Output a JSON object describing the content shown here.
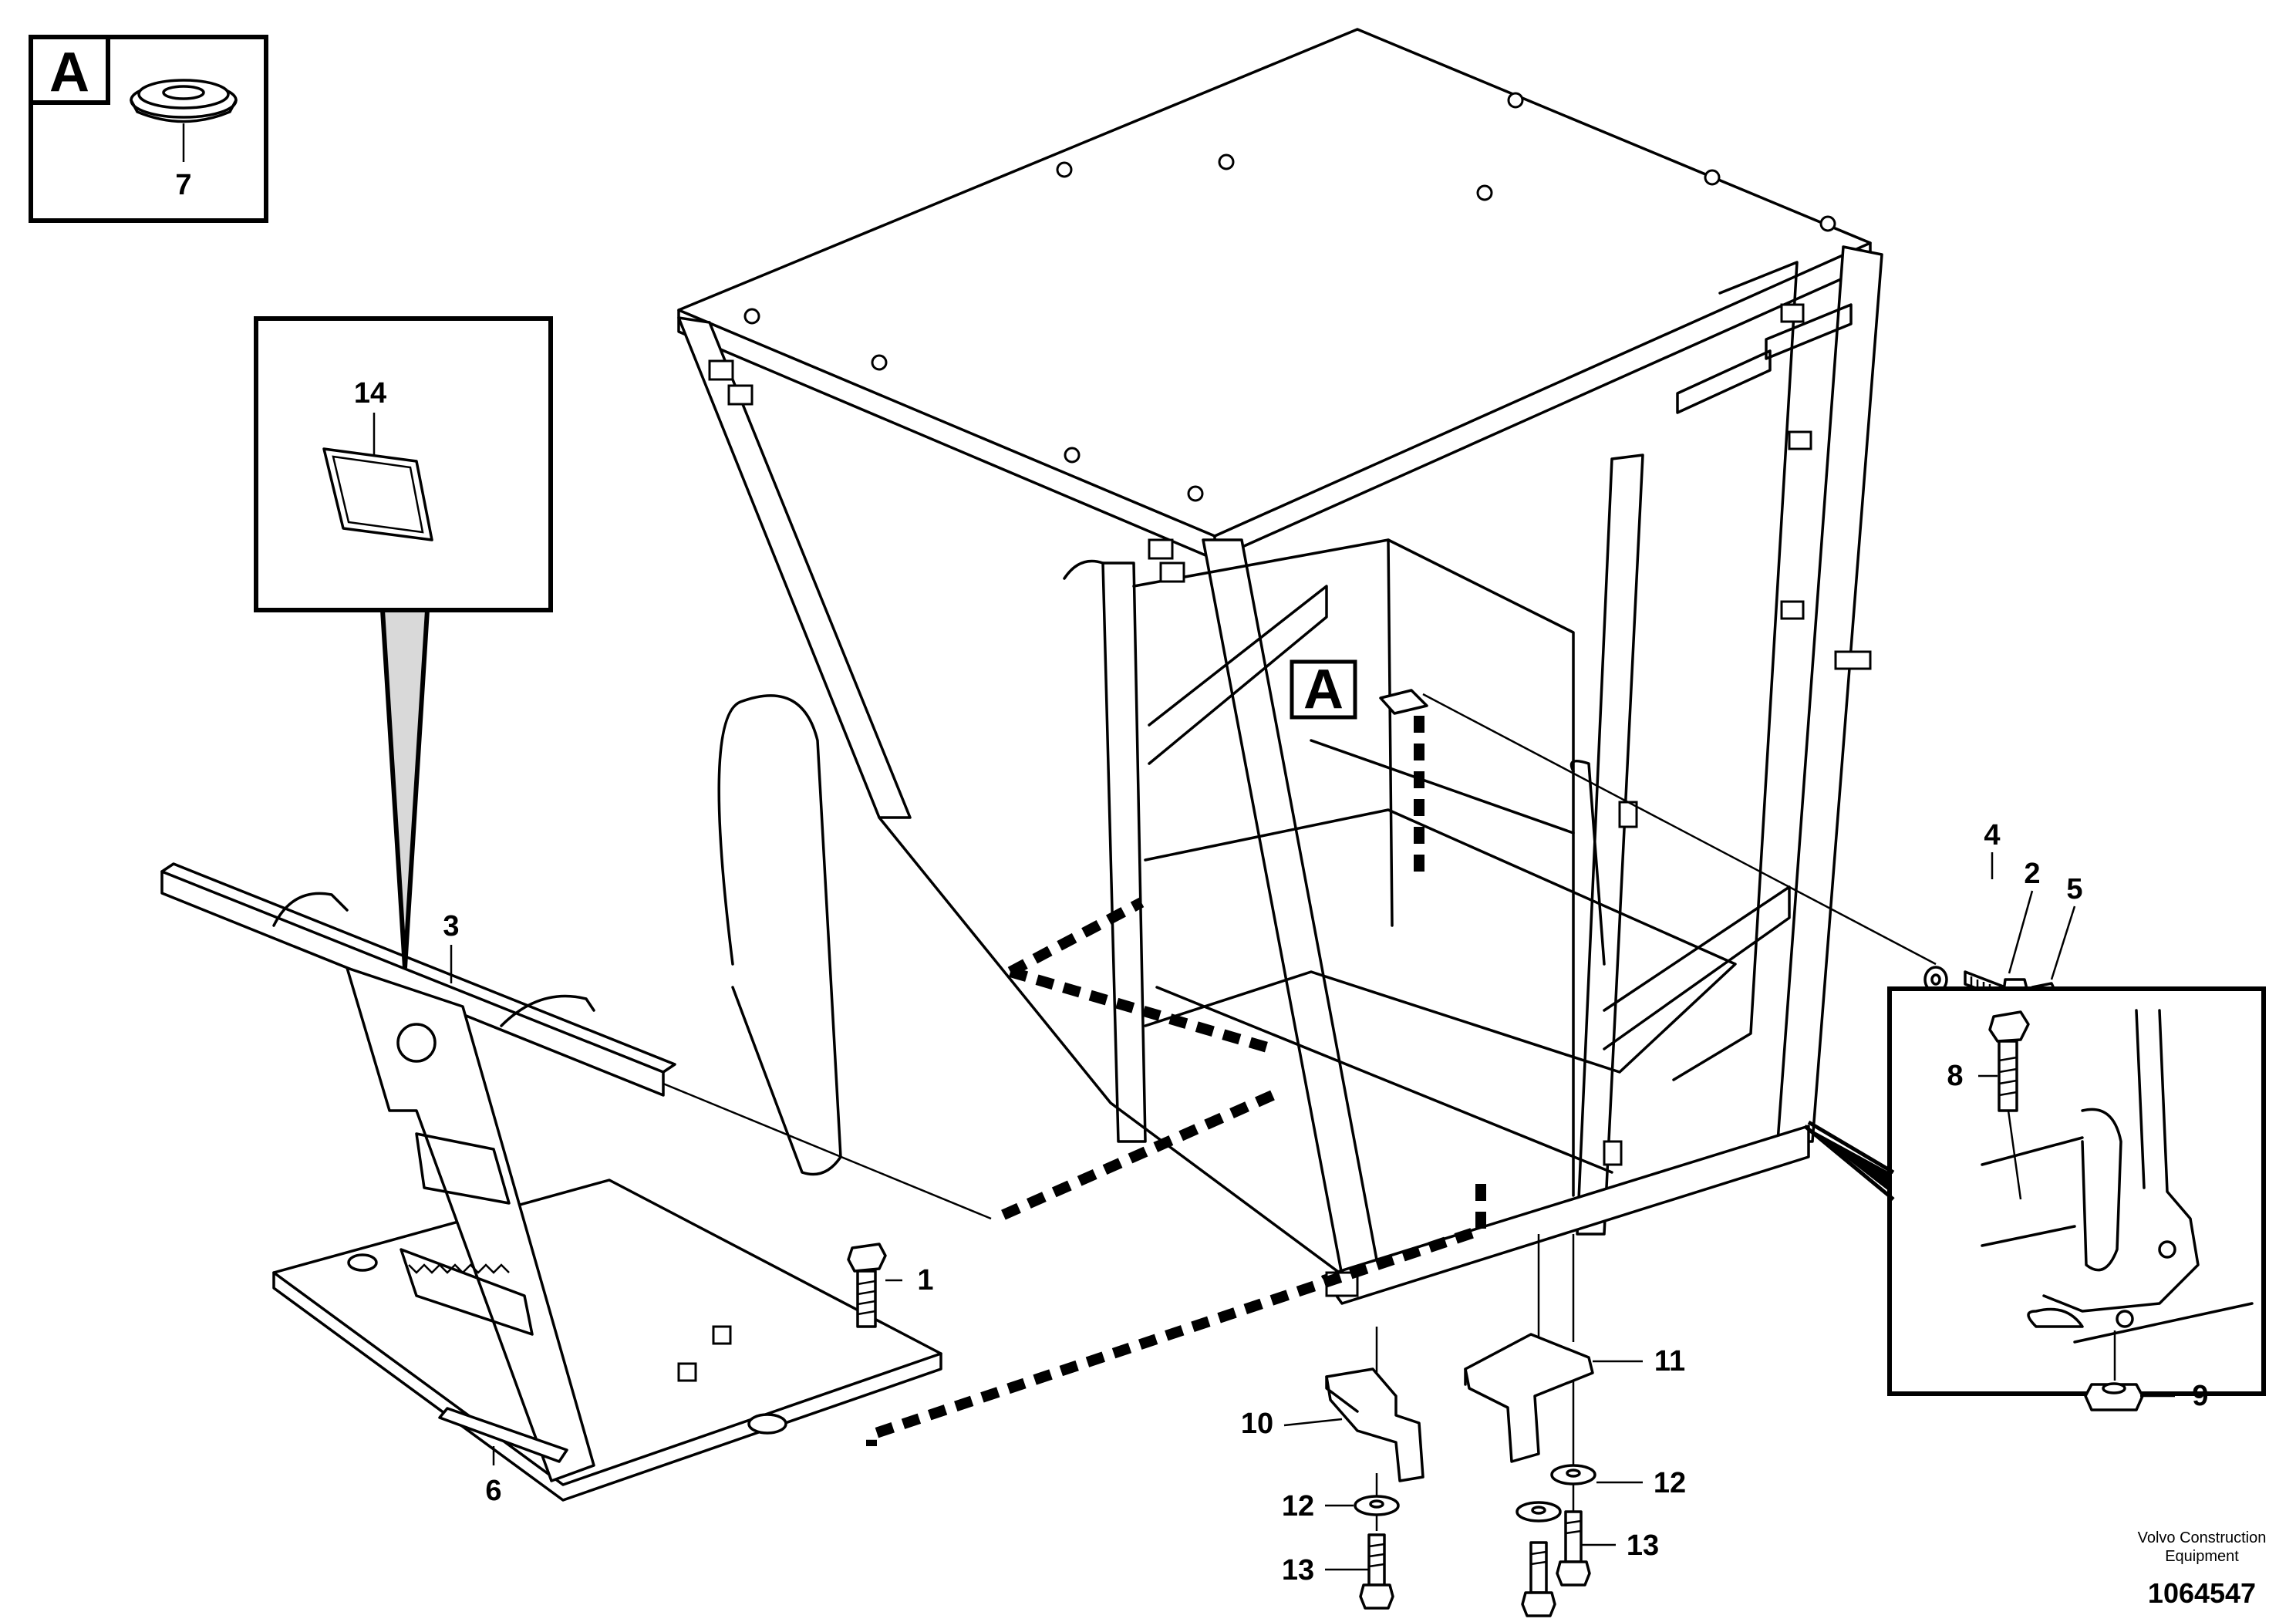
{
  "detail_a": {
    "tag": "A",
    "part": "7"
  },
  "detail_14": {
    "part": "14"
  },
  "main_view": {
    "tag": "A"
  },
  "callouts": {
    "c1": "1",
    "c2": "2",
    "c3": "3",
    "c4": "4",
    "c5": "5",
    "c6": "6",
    "c8": "8",
    "c9": "9",
    "c10": "10",
    "c11": "11",
    "c12a": "12",
    "c12b": "12",
    "c13a": "13",
    "c13b": "13"
  },
  "footer": {
    "brand_line1": "Volvo Construction",
    "brand_line2": "Equipment",
    "doc_number": "1064547"
  }
}
